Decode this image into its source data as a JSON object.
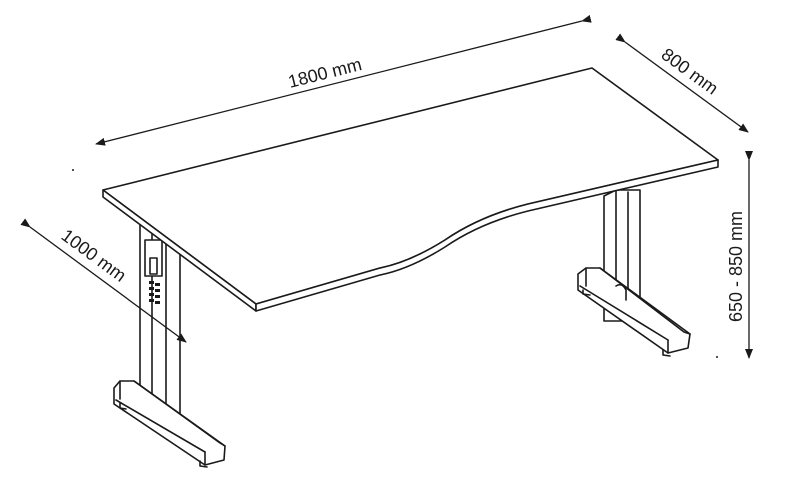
{
  "dimensions": {
    "width_label": "1800 mm",
    "depth_label": "800 mm",
    "side_depth_label": "1000 mm",
    "height_label": "650 - 850 mm"
  },
  "colors": {
    "line": "#1a1a1a",
    "background": "#ffffff"
  }
}
